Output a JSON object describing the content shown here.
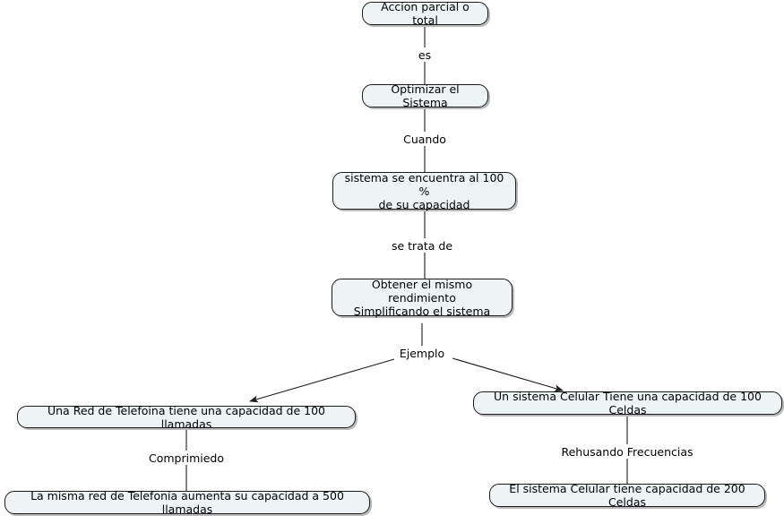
{
  "diagram": {
    "title": "Accion parcial o total",
    "type": "concept-map",
    "background_color": "#ffffff",
    "node_fill_color": "#eef4f6",
    "node_border_color": "#1b1b1b",
    "node_shadow_color": "#b9b9b9",
    "line_color": "#1b1b1b",
    "nodes": [
      {
        "id": "n1",
        "text": "Accion parcial o total"
      },
      {
        "id": "n2",
        "text": "Optimizar el Sistema"
      },
      {
        "id": "n3",
        "text": "sistema se encuentra al 100 %\nde su capacidad"
      },
      {
        "id": "n4",
        "text": "Obtener el mismo rendimiento\nSimplificando el sistema"
      },
      {
        "id": "n5",
        "text": "Una Red de Telefoina tiene una capacidad de 100 llamadas"
      },
      {
        "id": "n6",
        "text": "Un sistema Celular Tiene una capacidad de 100 Celdas"
      },
      {
        "id": "n7",
        "text": "La misma red de Telefonía aumenta su capacidad a 500 llamadas"
      },
      {
        "id": "n8",
        "text": "El sistema Celular tiene capacidad de 200 Celdas"
      }
    ],
    "link_labels": [
      {
        "id": "l1",
        "text": "es",
        "from": "n1",
        "to": "n2"
      },
      {
        "id": "l2",
        "text": "Cuando",
        "from": "n2",
        "to": "n3"
      },
      {
        "id": "l3",
        "text": "se trata de",
        "from": "n3",
        "to": "n4"
      },
      {
        "id": "l4",
        "text": "Ejemplo",
        "from": "n4",
        "to": "n5 / n6"
      },
      {
        "id": "l5",
        "text": "Comprimiedo",
        "from": "n5",
        "to": "n7"
      },
      {
        "id": "l6",
        "text": "Rehusando Frecuencias",
        "from": "n6",
        "to": "n8"
      }
    ]
  }
}
